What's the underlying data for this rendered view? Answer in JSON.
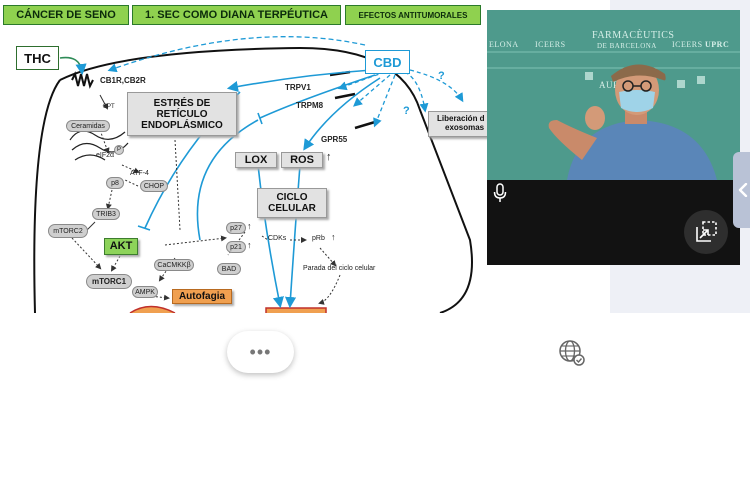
{
  "slide": {
    "titles": [
      "CÁNCER DE SENO",
      "1. SEC COMO DIANA TERPÉUTICA",
      "EFECTOS ANTITUMORALES"
    ],
    "thc": "THC",
    "cbd": "CBD",
    "receptors": "CB1R,CB2R",
    "stress_box": [
      "ESTRÉS DE",
      "RETÍCULO",
      "ENDOPLÁSMICO"
    ],
    "ciclo_box": [
      "CICLO",
      "CELULAR"
    ],
    "lox": "LOX",
    "ros": "ROS",
    "akt": "AKT",
    "autofagia": "Autofagia",
    "liberacion": [
      "Liberación d",
      "exosomas"
    ],
    "trpv1": "TRPV1",
    "trpm8": "TRPM8",
    "gpr55": "GPR55",
    "spt": "SPT",
    "ceramidas": "Ceramidas",
    "eif2a": "eIF2α",
    "p_mark": "P",
    "atf4": "ATF-4",
    "p8": "p8",
    "chop": "CHOP",
    "trib3": "TRIB3",
    "mtorc2": "mTORC2",
    "mtorc1": "mTORC1",
    "ampk": "AMPK",
    "camkk": "CaCMKKβ",
    "p27": "p27",
    "p21": "p21",
    "bad": "BAD",
    "cdks": "CDKs",
    "prb": "pRb",
    "parada": "Parada del ciclo celular",
    "question": "?",
    "up_arrow": "↑"
  },
  "video": {
    "wall_texts": [
      "FARMACÈUTICS",
      "DE BARCELONA",
      "ICEERS",
      "UPRC",
      "ICEERS",
      "ELONA",
      "AURO"
    ]
  },
  "controls": {
    "more": "•••"
  },
  "colors": {
    "slide_green": "#8fd14f",
    "arrow_blue": "#1e9ad6",
    "akt_green": "#8dd35a",
    "autofagia_orange": "#f0a050",
    "video_bg": "#4e9a8c"
  }
}
